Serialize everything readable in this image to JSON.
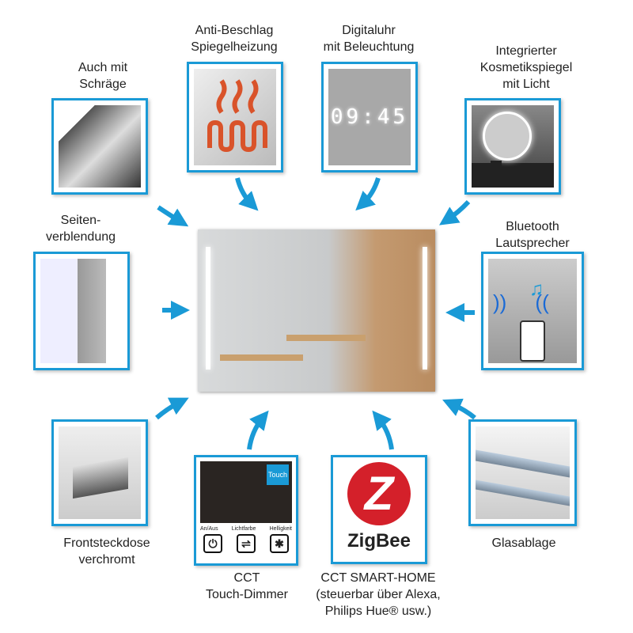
{
  "features": {
    "slope": {
      "label_1": "Auch mit",
      "label_2": "Schräge"
    },
    "antifog": {
      "label_1": "Anti-Beschlag",
      "label_2": "Spiegelheizung"
    },
    "clock": {
      "label_1": "Digitaluhr",
      "label_2": "mit Beleuchtung",
      "time": "09:45"
    },
    "cosmetic": {
      "label_1": "Integrierter",
      "label_2": "Kosmetikspiegel",
      "label_3": "mit Licht"
    },
    "side": {
      "label_1": "Seiten-",
      "label_2": "verblendung"
    },
    "bluetooth": {
      "label_1": "Bluetooth",
      "label_2": "Lautsprecher"
    },
    "socket": {
      "label_1": "Frontsteckdose",
      "label_2": "verchromt"
    },
    "cct": {
      "label_1": "CCT",
      "label_2": "Touch-Dimmer",
      "touch": "Touch",
      "btn1": "An/Aus",
      "btn2": "Lichtfarbe",
      "btn3": "Helligkeit"
    },
    "zigbee": {
      "label_1": "CCT SMART-HOME",
      "label_2": "(steuerbar über Alexa,",
      "label_3": "Philips Hue® usw.)",
      "logo": "ZigBee"
    },
    "glass": {
      "label_1": "Glasablage"
    }
  },
  "colors": {
    "accent": "#1a9ad6",
    "zigbee_red": "#d4202a"
  }
}
